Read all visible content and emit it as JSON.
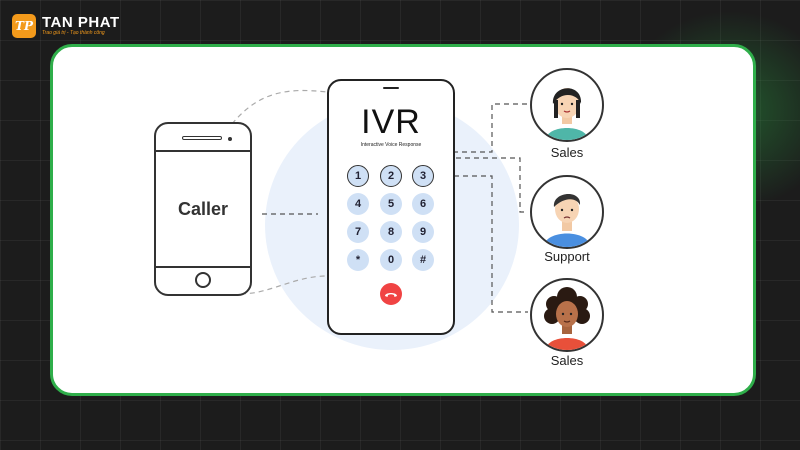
{
  "brand": {
    "name": "TAN PHAT",
    "tagline": "Trao giá trị - Tạo thành công",
    "accent": "#f39a1b"
  },
  "diagram": {
    "frame_color": "#2fae4a",
    "caller": {
      "label": "Caller"
    },
    "ivr": {
      "title": "IVR",
      "subtitle": "Interactive Voice Response",
      "keys": [
        "1",
        "2",
        "3",
        "4",
        "5",
        "6",
        "7",
        "8",
        "9",
        "*",
        "0",
        "#"
      ],
      "hangup_icon": "phone-hangup-icon"
    },
    "agents": [
      {
        "label": "Sales",
        "avatar": "woman-short-hair-avatar"
      },
      {
        "label": "Support",
        "avatar": "man-avatar"
      },
      {
        "label": "Sales",
        "avatar": "woman-curly-hair-avatar"
      }
    ]
  }
}
